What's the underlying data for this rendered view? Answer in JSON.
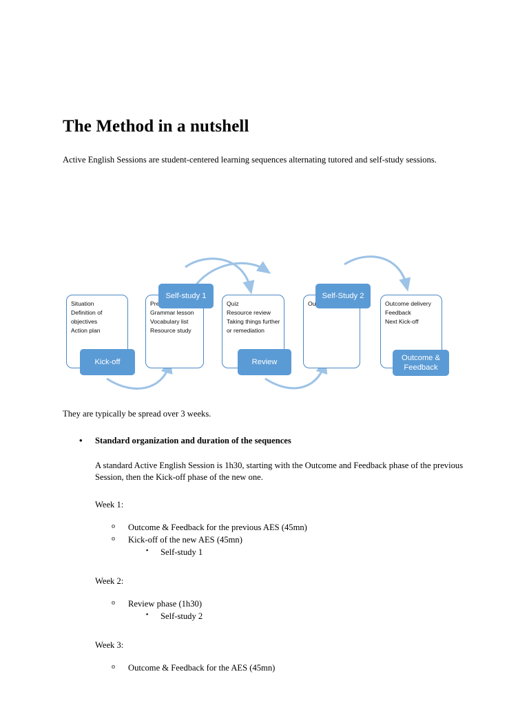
{
  "document": {
    "title": "The Method in a nutshell",
    "intro": "Active English Sessions are student-centered learning sequences alternating tutored and self-study sessions.",
    "spread_line": "They are typically be spread over 3 weeks.",
    "bullet_heading": "Standard organization and duration of the sequences",
    "standard_paragraph": "A standard Active English Session is 1h30, starting with the Outcome and Feedback phase of the previous Session, then the Kick-off phase of the new one.",
    "weeks": [
      {
        "label": "Week 1:",
        "items": [
          {
            "level": 2,
            "text": "Outcome & Feedback for the previous AES (45mn)"
          },
          {
            "level": 2,
            "text": "Kick-off of the new AES (45mn)"
          },
          {
            "level": 3,
            "text": "Self-study 1"
          }
        ]
      },
      {
        "label": "Week 2:",
        "items": [
          {
            "level": 2,
            "text": "Review phase (1h30)"
          },
          {
            "level": 3,
            "text": "Self-study 2"
          }
        ]
      },
      {
        "label": "Week 3:",
        "items": [
          {
            "level": 2,
            "text": "Outcome & Feedback for the AES (45mn)"
          }
        ]
      }
    ]
  },
  "diagram": {
    "accent_blue": "#5B9BD5",
    "border_blue": "#4A87C4",
    "arrow_blue": "#9DC3E6",
    "phases": [
      {
        "name": "kick-off",
        "lines": [
          "Situation",
          "Definition of",
          "objectives",
          "Action plan"
        ],
        "tab_label": "Kick-off"
      },
      {
        "name": "self-study-1",
        "lines": [
          "Prer",
          "Grammar lesson",
          "Vocabulary list",
          "Resource study"
        ],
        "tab_label": "Self-study 1"
      },
      {
        "name": "review",
        "lines": [
          "Quiz",
          "Resource review",
          "Taking things further",
          "or remediation"
        ],
        "tab_label": "Review"
      },
      {
        "name": "self-study-2",
        "lines": [
          "Outc"
        ],
        "tab_label": "Self-Study 2"
      },
      {
        "name": "outcome-feedback",
        "lines": [
          "Outcome delivery",
          "Feedback",
          "Next Kick-off"
        ],
        "tab_label": "Outcome & Feedback"
      }
    ]
  }
}
